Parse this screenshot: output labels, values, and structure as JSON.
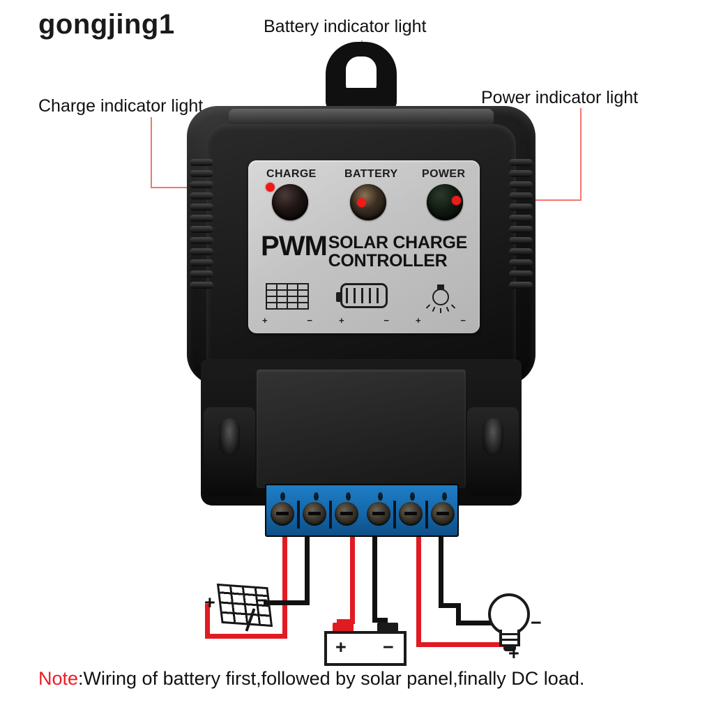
{
  "watermark": "gongjing1",
  "callouts": {
    "battery": "Battery indicator light",
    "charge": "Charge indicator light",
    "power": "Power indicator light"
  },
  "device": {
    "led_labels": [
      "CHARGE",
      "BATTERY",
      "POWER"
    ],
    "brand": "PWM",
    "brand_sub_line1": "SOLAR CHARGE",
    "brand_sub_line2": "CONTROLLER",
    "terminal_icons": [
      {
        "name": "solar-panel-icon",
        "plus": "+",
        "minus": "−"
      },
      {
        "name": "battery-icon",
        "plus": "+",
        "minus": "−"
      },
      {
        "name": "load-bulb-icon",
        "plus": "+",
        "minus": "−"
      }
    ],
    "terminal_count": 6
  },
  "wiring": {
    "solar": {
      "plus": "+",
      "minus": "−"
    },
    "battery": {
      "plus": "+",
      "minus": "−"
    },
    "load": {
      "plus": "+",
      "minus": "−"
    }
  },
  "note": {
    "keyword": "Note",
    "text": ":Wiring of battery first,followed by solar panel,finally DC load."
  },
  "colors": {
    "leader_line": "#f2766e",
    "leader_dot": "#ef1b1b",
    "terminal_block": "#1567ab",
    "wire_positive": "#e01b22",
    "wire_negative": "#111111",
    "note_keyword": "#ee1c25",
    "panel_face": "#c3c3c3",
    "body": "#101010"
  }
}
